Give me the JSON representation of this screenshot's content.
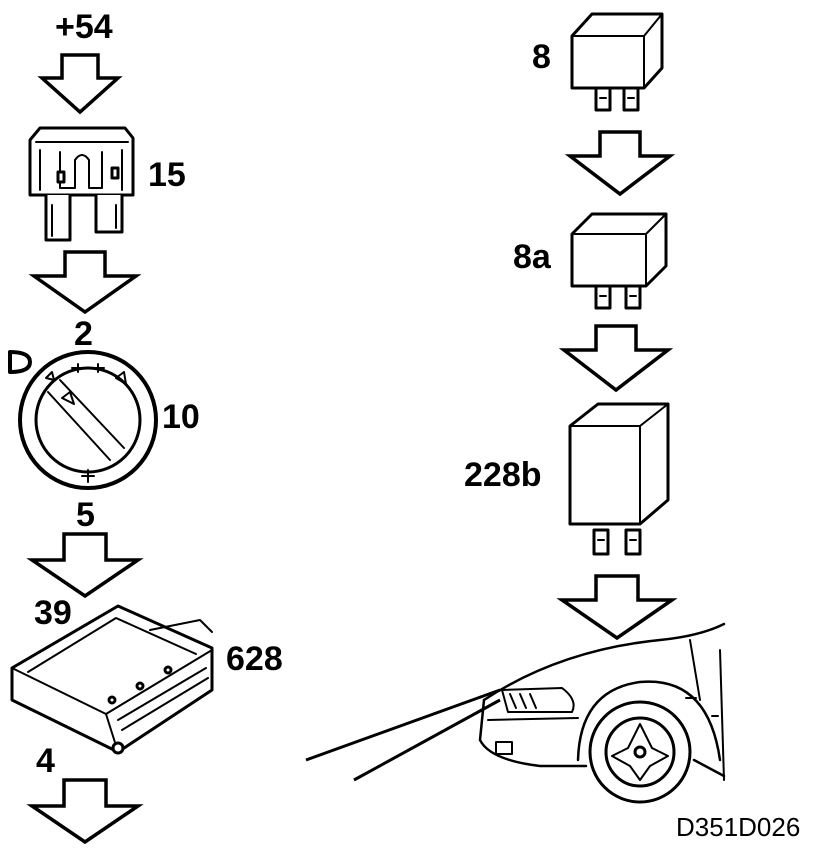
{
  "labels": {
    "supply": "+54",
    "fuse": "15",
    "switch_in": "2",
    "switch": "10",
    "switch_out": "5",
    "module_in": "39",
    "module": "628",
    "module_out": "4",
    "relay_a": "8",
    "relay_b": "8a",
    "relay_c": "228b"
  },
  "figure_code": "D351D026"
}
